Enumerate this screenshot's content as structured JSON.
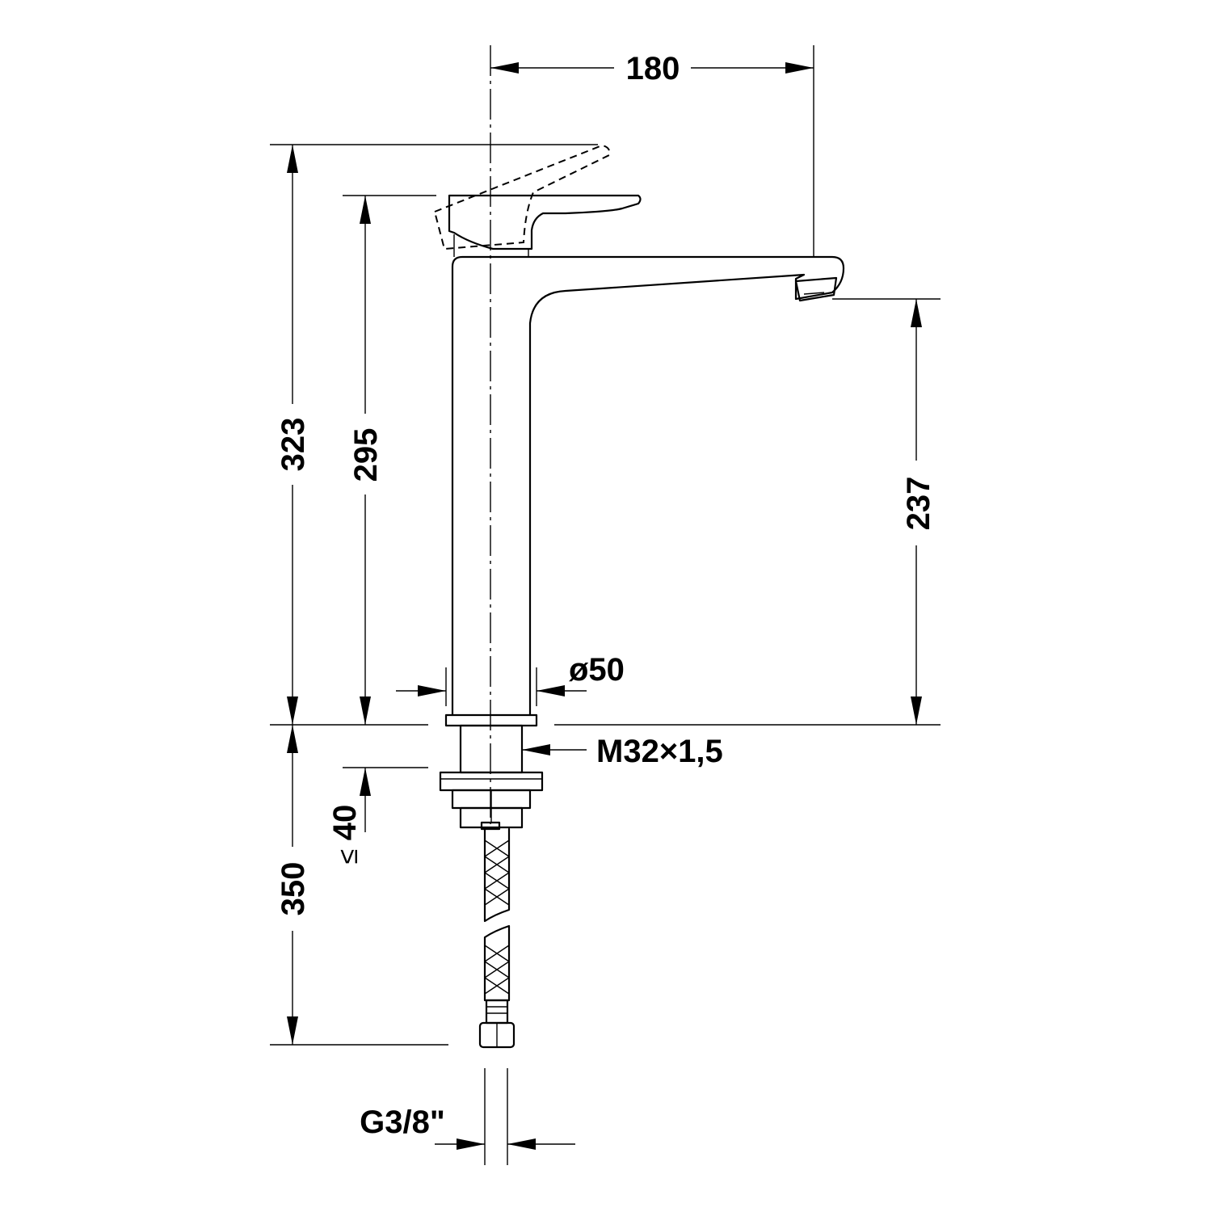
{
  "dimensions": {
    "spout_reach": "180",
    "total_height": "323",
    "body_height": "295",
    "spout_height": "237",
    "body_diameter": "ø50",
    "thread": "M32×1,5",
    "max_countertop": "40",
    "max_countertop_symbol": "≤",
    "hose_length": "350",
    "connection": "G3/8\""
  },
  "colors": {
    "line": "#000000",
    "background": "#ffffff"
  }
}
